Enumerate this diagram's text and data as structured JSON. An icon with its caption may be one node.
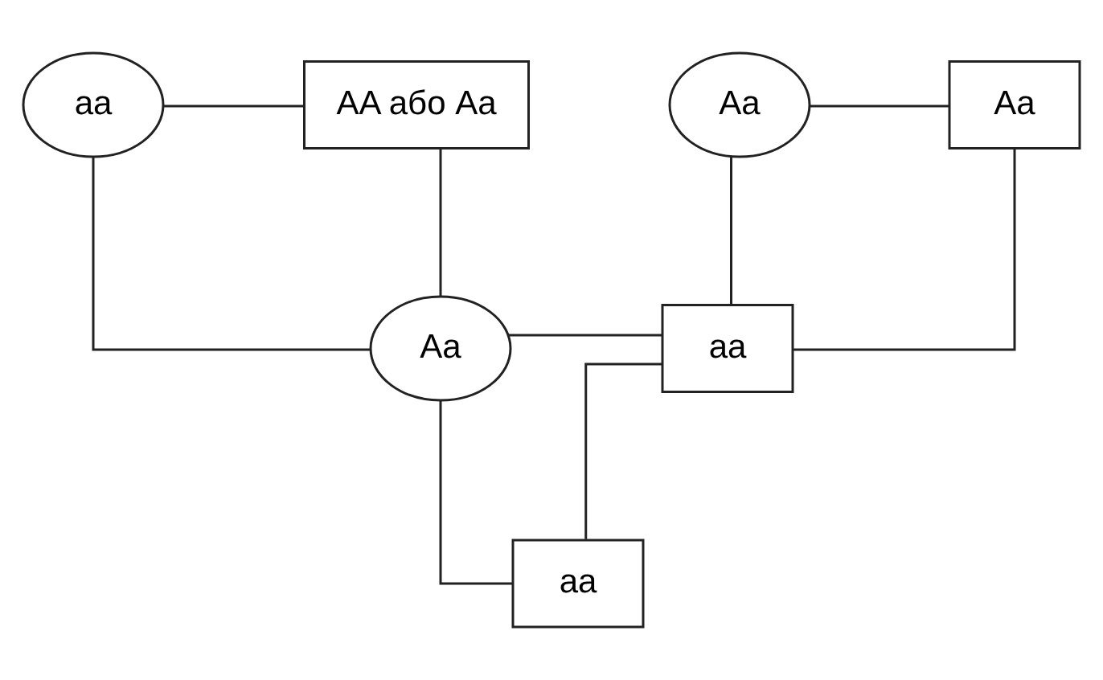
{
  "diagram": {
    "nodes": [
      {
        "text": [
          "aa"
        ]
      },
      {
        "text": [
          "AA або Aa"
        ]
      },
      {
        "text": [
          "Aa"
        ]
      },
      {
        "text": [
          "Aa"
        ]
      },
      {
        "text": [
          "Aa"
        ]
      },
      {
        "text": [
          "aa"
        ]
      },
      {
        "text": [
          "aa"
        ]
      }
    ],
    "edges": [
      {
        "from": 0,
        "to": 1,
        "arrow": "none"
      },
      {
        "from": 0,
        "to": 4,
        "arrow": "none"
      },
      {
        "from": 1,
        "to": 4,
        "arrow": "none"
      },
      {
        "from": 2,
        "to": 3,
        "arrow": "none"
      },
      {
        "from": 2,
        "to": 5,
        "arrow": "none"
      },
      {
        "from": 3,
        "to": 5,
        "arrow": "none"
      },
      {
        "from": 4,
        "to": 5,
        "arrow": "none"
      },
      {
        "from": 4,
        "to": 6,
        "arrow": "none"
      },
      {
        "from": 5,
        "to": 6,
        "arrow": "none"
      }
    ]
  }
}
